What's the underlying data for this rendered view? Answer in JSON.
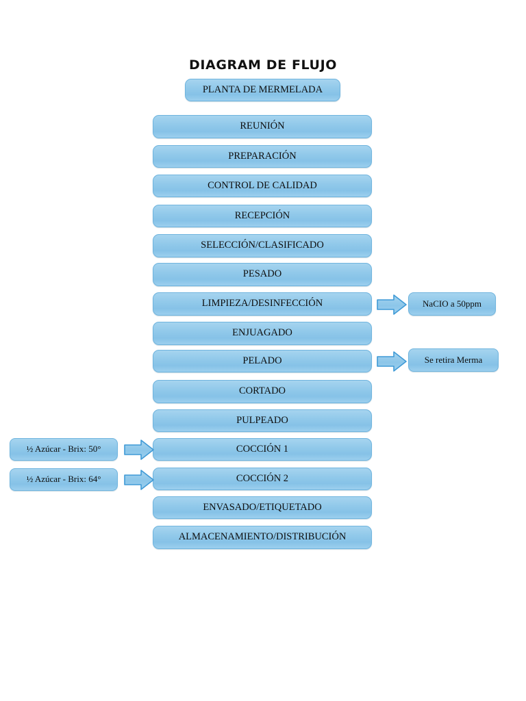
{
  "document": {
    "title": "DIAGRAM DE FLUJO",
    "header_box": "PLANTA DE MERMELADA"
  },
  "flow": {
    "steps": [
      {
        "label": "REUNIÓN"
      },
      {
        "label": "PREPARACIÓN"
      },
      {
        "label": "CONTROL DE CALIDAD"
      },
      {
        "label": "RECEPCIÓN"
      },
      {
        "label": "SELECCIÓN/CLASIFICADO"
      },
      {
        "label": "PESADO"
      },
      {
        "label": "LIMPIEZA/DESINFECCIÓN"
      },
      {
        "label": "ENJUAGADO"
      },
      {
        "label": "PELADO"
      },
      {
        "label": "CORTADO"
      },
      {
        "label": "PULPEADO"
      },
      {
        "label": "COCCIÓN 1"
      },
      {
        "label": "COCCIÓN 2"
      },
      {
        "label": "ENVASADO/ETIQUETADO"
      },
      {
        "label": "ALMACENAMIENTO/DISTRIBUCIÓN"
      }
    ]
  },
  "annotations": {
    "right": [
      {
        "label": "NaCIO a 50ppm",
        "for_step": "LIMPIEZA/DESINFECCIÓN"
      },
      {
        "label": "Se retira Merma",
        "for_step": "PELADO"
      }
    ],
    "left": [
      {
        "label": "½ Azúcar - Brix: 50°",
        "for_step": "COCCIÓN 1"
      },
      {
        "label": "½ Azúcar - Brix: 64°",
        "for_step": "COCCIÓN 2"
      }
    ]
  },
  "colors": {
    "box_fill_top": "#a6d4ef",
    "box_fill_bottom": "#86c2e7",
    "box_border": "#6fb4de",
    "arrow_outline": "#3f9ad6",
    "text": "#111111",
    "background": "#ffffff"
  }
}
